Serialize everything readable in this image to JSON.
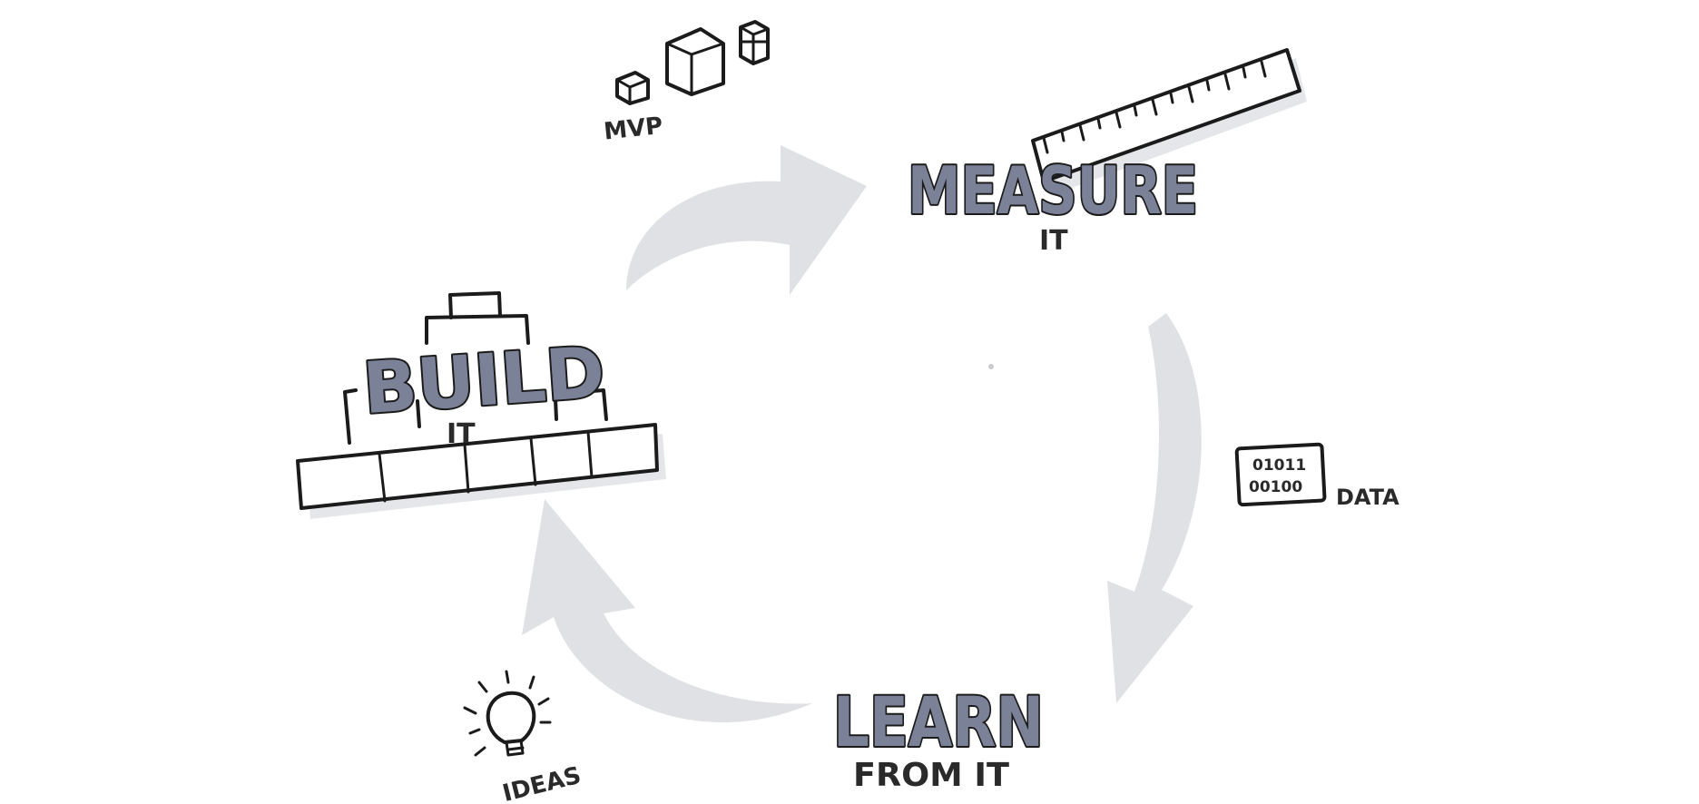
{
  "labels": {
    "build": "BUILD",
    "build_sub": "IT",
    "measure": "MEASURE",
    "measure_sub": "IT",
    "learn": "LEARN",
    "learn_sub": "FROM IT",
    "mvp": "MVP",
    "data": "DATA",
    "data_bits_row1": "01011",
    "data_bits_row2": "00100",
    "ideas": "IDEAS"
  },
  "colors": {
    "heading_fill": "#7b8297",
    "outline": "#1b1b1b",
    "arrow": "#dfe1e4",
    "background": "#ffffff"
  },
  "icons": [
    "cubes-icon",
    "ruler-icon",
    "binary-data-icon",
    "lightbulb-icon",
    "brick-wall-icon"
  ]
}
